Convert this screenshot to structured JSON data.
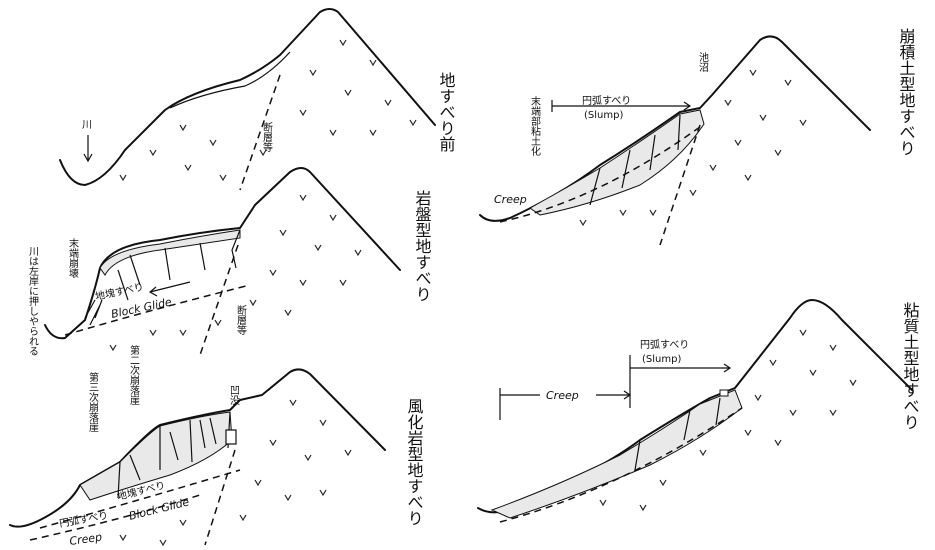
{
  "panels": {
    "before": {
      "title": "地すべり前",
      "river": "川",
      "fault": "断層等"
    },
    "rock": {
      "title": "岩盤型地すべり",
      "bank": "川は左岸に押しやられる",
      "talus": "末端崩壊",
      "slide": "地塊すべり",
      "glide": "Block Glide",
      "fault": "断層等"
    },
    "weathered": {
      "title": "風化岩型地すべり",
      "secondary": "第二次崩落崖",
      "tertiary": "第三次崩落崖",
      "pond": "凹没",
      "slide": "地塊すべり",
      "glide": "Block Glide",
      "circular": "円弧すべり",
      "creep": "Creep"
    },
    "colluvial": {
      "title": "崩積土型地すべり",
      "toe": "末端部粘土化",
      "slump_jp": "円弧すべり",
      "slump_en": "(Slump)",
      "pond": "池沼",
      "creep": "Creep"
    },
    "clay": {
      "title": "粘質土型地すべり",
      "slump_jp": "円弧すべり",
      "slump_en": "(Slump)",
      "creep": "Creep"
    }
  }
}
